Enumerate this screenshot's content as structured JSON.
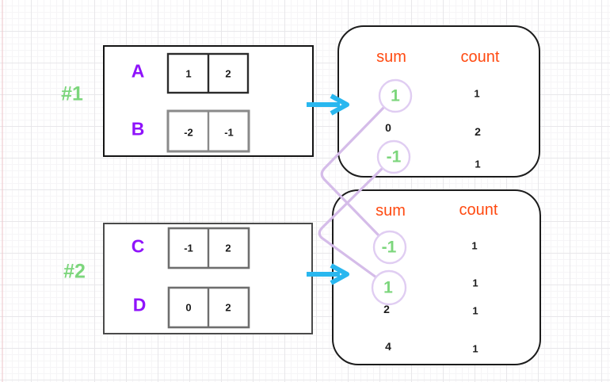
{
  "title": "two array pair-sum frequency diagram",
  "colors": {
    "purple": "#8f13fb",
    "green": "#7cd67c",
    "orange": "#ff4a11",
    "cyan": "#29b7ef",
    "lavender": "#d5bce9"
  },
  "groups": [
    {
      "label": "#1",
      "arrays": [
        {
          "name": "A",
          "values": [
            "1",
            "2"
          ]
        },
        {
          "name": "B",
          "values": [
            "-2",
            "-1"
          ]
        }
      ],
      "table": {
        "sum_header": "sum",
        "count_header": "count",
        "rows": [
          {
            "sum": "1",
            "count": "1",
            "circled": true
          },
          {
            "sum": "0",
            "count": "2",
            "circled": false
          },
          {
            "sum": "-1",
            "count": "1",
            "circled": true
          }
        ]
      }
    },
    {
      "label": "#2",
      "arrays": [
        {
          "name": "C",
          "values": [
            "-1",
            "2"
          ]
        },
        {
          "name": "D",
          "values": [
            "0",
            "2"
          ]
        }
      ],
      "table": {
        "sum_header": "sum",
        "count_header": "count",
        "rows": [
          {
            "sum": "-1",
            "count": "1",
            "circled": true
          },
          {
            "sum": "1",
            "count": "1",
            "circled": true
          },
          {
            "sum": "2",
            "count": "1",
            "circled": false
          },
          {
            "sum": "4",
            "count": "1",
            "circled": false
          }
        ]
      }
    }
  ],
  "connections": [
    {
      "from": "group1 sum 1",
      "to": "group2 sum -1"
    },
    {
      "from": "group1 sum -1",
      "to": "group2 sum 1"
    }
  ]
}
